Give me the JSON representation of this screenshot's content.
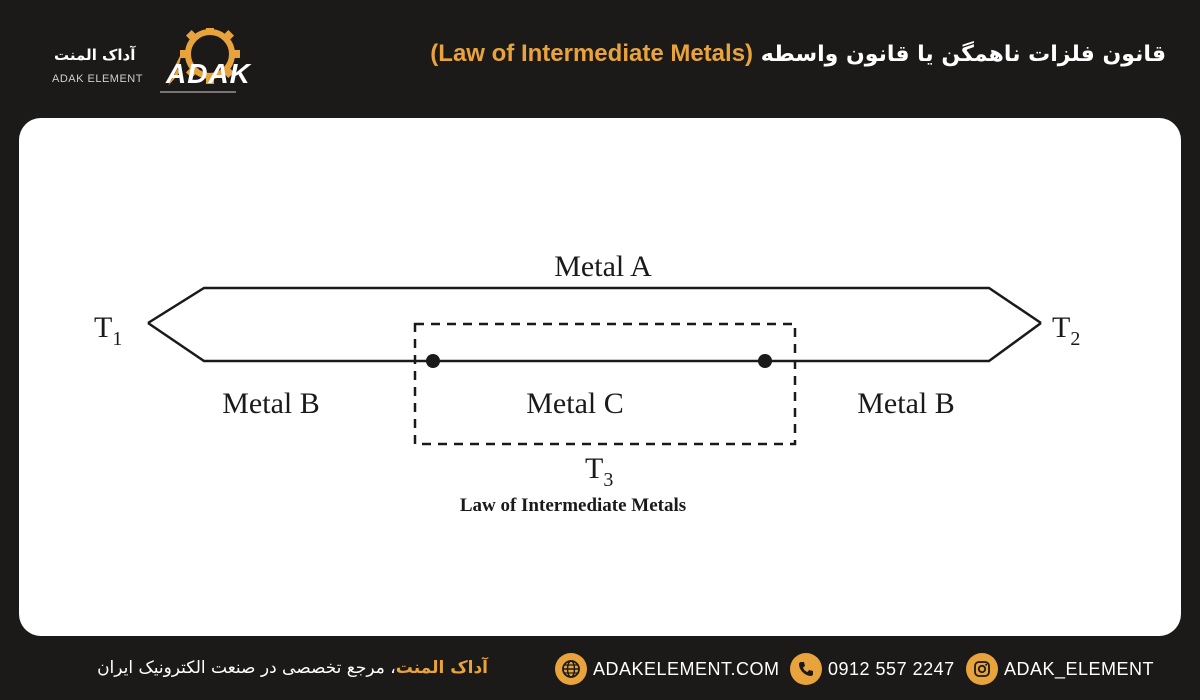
{
  "header": {
    "title_fa": "قانون فلزات ناهمگن یا قانون واسطه",
    "title_en": "(Law of Intermediate Metals)",
    "logo": {
      "name_fa": "آداک المنت",
      "name_en": "ADAK ELEMENT",
      "brand": "ADAK"
    }
  },
  "diagram": {
    "labels": {
      "metal_a": "Metal A",
      "metal_b_left": "Metal B",
      "metal_b_right": "Metal B",
      "metal_c": "Metal C",
      "t1_base": "T",
      "t1_sub": "1",
      "t2_base": "T",
      "t2_sub": "2",
      "t3_base": "T",
      "t3_sub": "3"
    },
    "caption": "Law of Intermediate Metals"
  },
  "footer": {
    "tagline_brand": "آداک المنت",
    "tagline_rest": "، مرجع تخصصی در صنعت الکترونیک ایران",
    "website": "ADAKELEMENT.COM",
    "phone": "0912 557 2247",
    "instagram": "ADAK_ELEMENT",
    "icons": [
      "globe-icon",
      "phone-icon",
      "instagram-icon"
    ]
  },
  "colors": {
    "background": "#1c1a19",
    "accent": "#e8a33d",
    "card": "#ffffff",
    "ink": "#1a1a1a"
  }
}
